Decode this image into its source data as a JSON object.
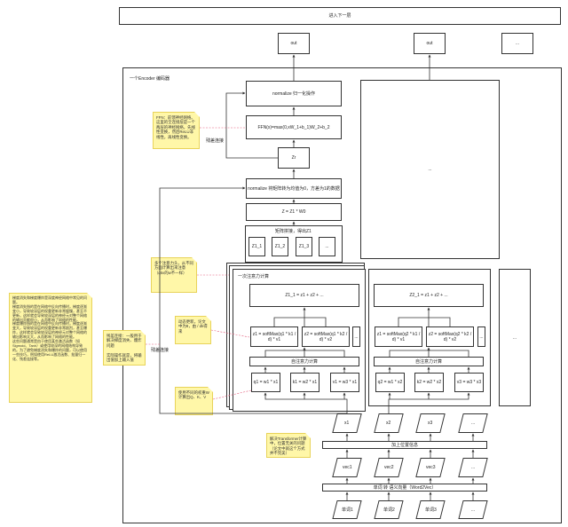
{
  "top": {
    "next_layer": "进入下一层"
  },
  "outs": {
    "out1": "out",
    "out2": "out",
    "ellipsis": "..."
  },
  "encoder": {
    "title": "一个Encoder 编码器",
    "normalize_top": "normalize 归一化操作",
    "ffn": "FFN(x)=max(0,xW_1+b_1)W_2+b_2",
    "zr": "Zr",
    "normalize_mid": "normalize 将矩阵转为均值为0，方差为1的数据",
    "z_eq": "Z = Z1 * W0",
    "concat_label": "矩阵拼接，得出Z1",
    "z_items": [
      "Z1_1",
      "Z1_2",
      "Z1_3",
      "..."
    ],
    "residual_left": "残差连接",
    "residual_right": "残差连接",
    "right_column": "...",
    "small_ellipsis": "..."
  },
  "attention": {
    "title": "一次注意力计算",
    "head1": {
      "z_sum": "Z1_1 = z1 + z2 + ...",
      "z1": "z1 = softMax(q1 * k1 / d) * v1",
      "z2": "z2 = softMax(q1 * k2 / d) * v2",
      "more": "...",
      "calc_label": "自注意力计算",
      "q": "q1 = w1 * x1",
      "k": "k1 = w2 * x1",
      "v": "v1 = w3 * x1"
    },
    "head2": {
      "z_sum": "Z2_1 = z1 + z2 + ...",
      "z1": "z1 = softMax(q2 * k1 / d) * v1",
      "z2": "z2 = softMax(q2 * k2 / d) * v2",
      "more": "...",
      "calc_label": "自注意力计算",
      "q": "q2 = w1 * x2",
      "k": "k2 = w2 * x2",
      "v": "v3 = w3 * x3"
    }
  },
  "inputs": {
    "x": [
      "x1",
      "x2",
      "x3",
      "..."
    ],
    "position_label": "加上位置信息",
    "vec": [
      "vec1",
      "vec2",
      "vec3",
      "..."
    ],
    "word_vec_label": "单词 转 语义向量（Word2Vec）",
    "words": [
      "单词1",
      "单词2",
      "单词3",
      "..."
    ]
  },
  "notes": {
    "ffn_note": "FFN：前馈神经网络。这里的全连接层是一个两层的神经网络，先线性变换，然后ReLU非线性，再线性变换。",
    "multi_head": "多个注意力头，从不同方面计算出来注意（qkv的w不一样）",
    "dynamic": "动态更新。论文中为8，由 / dk得来",
    "weights": "使用不同的权重W计算出Q、K、V",
    "residual_note": "残差连接：一般用于解决梯度消失、爆炸问题\n\n实际操作就是，将输出值加上输入值",
    "gradient_note": "梯度消失和梯度爆炸是深度神经网络中常见的问题。\n梯度消失指的是在网络中反向传播时，梯度逐渐变小，导致较深层的权重更新非常缓慢，甚至不更新，这样就会导致较深层的神经元对整个网络的输出贡献很小，从而影响了网络的性能。\n梯度爆炸指的是在网络中反向传播时，梯度逐渐变大，导致较深层的权重更新非常剧烈，甚至爆炸，这样就会导致较深层的神经元对整个网络的输出影响太大，从而影响了网络的性能。\n这些问题通常是由于使用某些激活函数（如Sigmoid、Tanh）或使用较深的网络结构导致的。为了避免梯度消失和爆炸的问题，可以使用一些技巧，例如使用ReLU激活函数、批量归一化、残差连接等。",
    "order_note": "解决Transformer计算中，位置无关的问题（论文中就这个方式并不完美）"
  }
}
